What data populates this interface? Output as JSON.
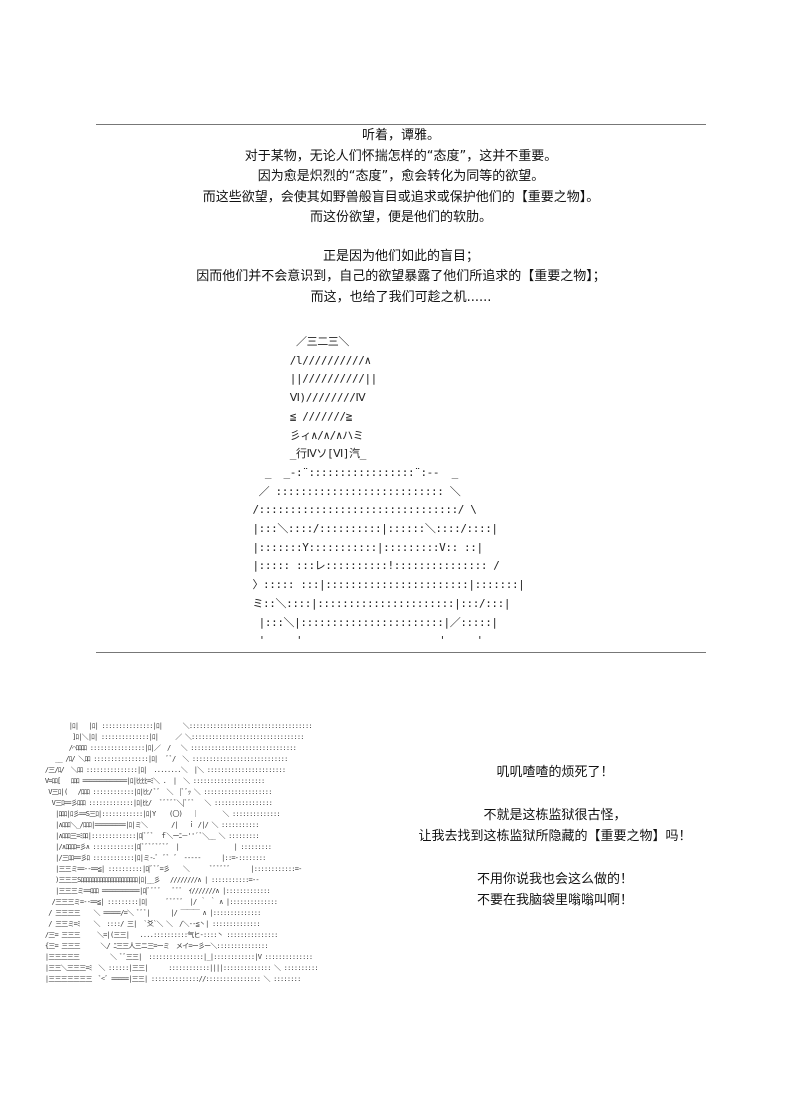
{
  "narration": [
    "听着，谭雅。",
    "对于某物，无论人们怀揣怎样的“态度”，这并不重要。",
    "因为愈是炽烈的“态度”，愈会转化为同等的欲望。",
    "而这些欲望，会使其如野兽般盲目或追求或保护他们的【重要之物】。",
    "而这份欲望，便是他们的软肋。",
    "",
    "正是因为他们如此的盲目；",
    "因而他们并不会意识到，自己的欲望暴露了他们所追求的【重要之物】；",
    "而这，也给了我们可趁之机......"
  ],
  "art_top": "         ／三二三＼\n        /l//////////∧\n        ||//////////||\n        Ⅵ)////////Ⅳ\n        ≦ ///////≧\n        彡ィ∧/∧/∧ハミ\n        _行Ⅳソ[Ⅵ]汽_\n    _  _-:¨:::::::::::::::::¨:--  _\n   ／ ::::::::::::::::::::::::::: ＼\n  /::::::::::::::::::::::::::::::::/ \\\n  |:::＼::::/::::::::::|::::::＼::::/::::|\n  |:::::::Y:::::::::::|:::::::::V:: ::|\n  |::::: :::レ::::::::::!::::::::::::::: /\n  〉::::: :::|:::::::::::::::::::::::|:::::::|\n  ミ::＼::::|::::::::::::::::::::::|:::/:::|\n   |:::＼|:::::::::::::::::::::::|／:::::|\n   '     '                      '     '",
  "art_bottom": "         |ﾛ|   |ﾛ| :::::::::::::::|ﾛ|      ＼::::::::::::::::::::::::::::::::::::\n          ]ﾛ|＼|ﾛ| ::::::::::::::|ﾛ|     ／ ＼:::::::::::::::::::::::::::::::::\n         /⌒ﾛﾛﾛﾛ ::::::::::::::::|ﾛ|／  /   ＼ :::::::::::::::::::::::::::::::\n     __ /ﾛ/ ＼ﾛﾛ ::::::::::::::::|ﾛ|   ﾞﾞ/  ＼ ::::::::::::::::::::::::::::\n  /三/ﾛ/  ＼ﾛﾛ :::::::::::::::|ﾛ|  ........＼  |＼ :::::::::::::::::::::::\n  V=ﾛﾛ[   ﾛﾛﾛ =============|ﾛ|ﾋﾋﾋﾋ=ﾐ＼ .  |  ＼ :::::::::::::::::::::\n   V三ﾛ|(   /ﾛﾛﾛ ::::::::::::|ﾛ|ﾋﾋ/ ﾞﾞ  ＼  |ﾞﾞｯ ＼ ::::::::::::::::::::\n    V三ﾛ==彡ﾛﾛﾛ :::::::::::::|ﾛ|ﾋﾋ/   ﾞﾞﾞﾞﾞ＼|ﾞﾞﾞ   ＼ :::::::::::::::::\n     |ﾛﾛﾛ|ﾛ彡==S三ﾛ|::::::::::::|ﾛ|Y    (〇)   ｜       ＼ ::::::::::::::\n     |∧ﾛﾛﾛ＼_/ﾛﾛﾛ|=========|ﾛ|ミ＼       /|   ｉ /|/ ＼ :::::::::::\n     |∧ﾛﾛﾛ三=ﾐﾛﾛ|:::::::::::::|ﾛ|ﾞﾞﾞ  ｆ＼ーﾆ－''´ ﾞ＼__ ＼ :::::::::\n     |/∧ﾛﾛﾛﾛ=彡∧ ::::::::::::|ﾛ|ﾞﾞﾞﾞﾞﾞﾞﾞ  |                | :::::::::\n     |/三ﾛﾛ==彡ﾛ ::::::::::::|ﾛ|ミ--ﾞ  ﾞﾞ  ﾞ  -----      |::=-::::::::\n     |三三ミ==--==≦| ::::::::::|ﾛ|ﾞﾞﾞ=彡    ＼      ﾞﾞﾞﾞﾞﾞ      |::::::::::::=-\n     )三三三Sﾛﾛﾛﾛﾛﾛﾛﾛﾛﾛﾛﾛﾛﾛﾛﾛﾛﾛﾛﾛﾛ|ﾛ|__彡   ////////∧ | :::::::::::=--\n     |三三三ミ==ﾛﾛﾛ ===========|ﾛ|ﾞﾞﾞﾞ    ﾞﾞﾞ  ｲ///////∧ |:::::::::::::\n    /三三三ミ=--==≦| :::::::::|ﾛ|      ﾞﾞﾞﾞﾞ  |/ ｀ ｀ ∧ |::::::::::::::\n   / 三三三三    ＼ =====/=＼ ﾞﾞﾞ|      |/ ￣￣￣ ∧ |::::::::::::::\n   / 三三ミ=ﾐ    ＼  ::::/ 三|  `爻`＼ ＼  /＼--≦丶| ::::::::::::::\n  /三= 三三三     ＼=|(三三|   ....::::::::::气ヒ-::::丶 :::::::::::::::\n  {三= 三三三      ＼/ ﾆ三三人三ニ三=ーミ  メイ=ー彡ー＼:::::::::::::::\n  |三三三三三         ＼ ﾞﾞ三三|  ::::::::::::::::|_|::::::::::::|V ::::::::::::::\n  |三三＼三三三=ﾐ  ＼ ::::::|三三|      ::::::::::::||||:::::::::::::: ＼ ::::::::::\n  |三三三三三三三  ﾞ<ﾞ =====|三三| :::::::::::::://:::::::::::::::: ＼ ::::::::",
  "dialogue": [
    "叽叽喳喳的烦死了！",
    "",
    "不就是这栋监狱很古怪，",
    "让我去找到这栋监狱所隐藏的【重要之物】吗！",
    "",
    "不用你说我也会这么做的！",
    "不要在我脑袋里嗡嗡叫啊！"
  ]
}
